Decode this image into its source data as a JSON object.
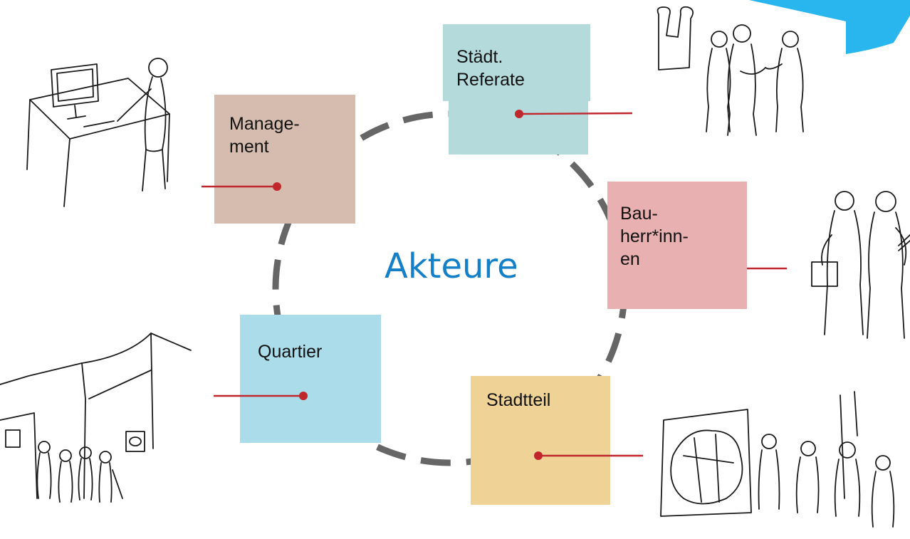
{
  "title": "Akteure",
  "colors": {
    "title": "#1480c8",
    "connector": "#c0272d",
    "ring": "#666666",
    "corner_accent": "#29b6ee"
  },
  "nodes": [
    {
      "id": "management",
      "label": "Manage-\nment",
      "color": "#d5bcae",
      "illustration": "person-at-computer-desk-sketch"
    },
    {
      "id": "referate",
      "label": "Städt.\nReferate",
      "color": "#b5dadc",
      "illustration": "officials-group-sketch"
    },
    {
      "id": "bauherren",
      "label": "Bau-\nherr*inn-\nen",
      "color": "#e8b0b0",
      "illustration": "couple-with-briefcase-sketch"
    },
    {
      "id": "stadtteil",
      "label": "Stadtteil",
      "color": "#efd296",
      "illustration": "people-with-district-map-sketch"
    },
    {
      "id": "quartier",
      "label": "Quartier",
      "color": "#aadcea",
      "illustration": "neighbourhood-buildings-sketch"
    }
  ]
}
